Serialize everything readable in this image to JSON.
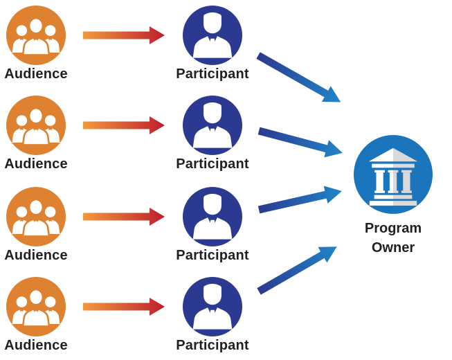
{
  "rows": [
    {
      "audience_label": "Audience",
      "participant_label": "Participant"
    },
    {
      "audience_label": "Audience",
      "participant_label": "Participant"
    },
    {
      "audience_label": "Audience",
      "participant_label": "Participant"
    },
    {
      "audience_label": "Audience",
      "participant_label": "Participant"
    }
  ],
  "program_owner": {
    "label_line1": "Program",
    "label_line2": "Owner"
  },
  "icons": {
    "audience": "people-group-icon",
    "participant": "businessperson-icon",
    "program_owner": "bank-building-icon",
    "audience_to_participant": "gradient-arrow-right",
    "participant_to_owner": "gradient-arrow-converging"
  },
  "colors": {
    "audience": "#DE8231",
    "participant": "#2B3990",
    "owner": "#1B75BC",
    "text": "#231F20",
    "redStart": "#F09A3E",
    "redEnd": "#BE1E2D",
    "blueStart": "#2B3990",
    "blueEnd": "#1F86C9",
    "bankLight": "#FFFFFF",
    "bankShade": "#D9DADE"
  }
}
